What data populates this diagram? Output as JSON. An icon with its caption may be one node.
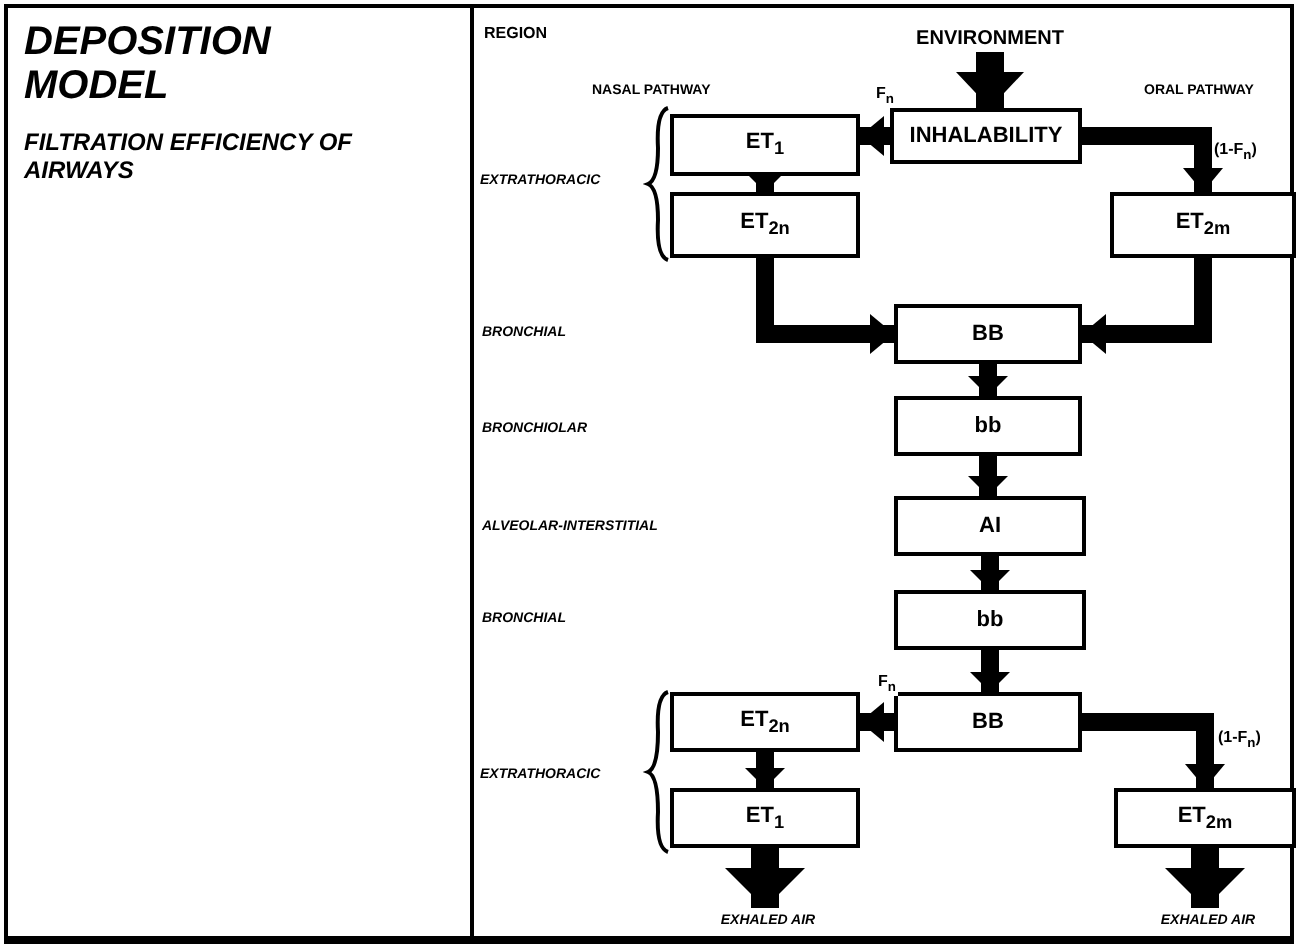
{
  "diagram": {
    "title": "DEPOSITION MODEL",
    "nodes": [
      {
        "text": [
          "ENVIRONMENT"
        ]
      },
      {
        "text": [
          "INHALABILITY"
        ]
      },
      {
        "text": [
          "ET$_{1}$"
        ]
      },
      {
        "text": [
          "ET$_{2n}$"
        ]
      },
      {
        "text": [
          "ET$_{2m}$"
        ]
      },
      {
        "text": [
          "BB"
        ]
      },
      {
        "text": [
          "bb"
        ]
      },
      {
        "text": [
          "AI"
        ]
      },
      {
        "text": [
          "bb"
        ]
      },
      {
        "text": [
          "BB"
        ]
      },
      {
        "text": [
          "ET$_{2n}$"
        ]
      },
      {
        "text": [
          "ET$_{1}$"
        ]
      },
      {
        "text": [
          "ET$_{2m}$"
        ]
      },
      {
        "text": [
          "EXHALED AIR"
        ]
      },
      {
        "text": [
          "EXHALED AIR"
        ]
      }
    ],
    "edges": [
      {
        "from": 0,
        "to": 1,
        "arrow": "to"
      },
      {
        "from": 1,
        "to": 2,
        "arrow": "to",
        "label": "F$_{n}$"
      },
      {
        "from": 1,
        "to": 4,
        "arrow": "to",
        "label": "(1-F$_{n}$)"
      },
      {
        "from": 2,
        "to": 3,
        "arrow": "to"
      },
      {
        "from": 3,
        "to": 5,
        "arrow": "to"
      },
      {
        "from": 4,
        "to": 5,
        "arrow": "to"
      },
      {
        "from": 5,
        "to": 6,
        "arrow": "to"
      },
      {
        "from": 6,
        "to": 7,
        "arrow": "to"
      },
      {
        "from": 7,
        "to": 8,
        "arrow": "to"
      },
      {
        "from": 8,
        "to": 9,
        "arrow": "to"
      },
      {
        "from": 9,
        "to": 10,
        "arrow": "to",
        "label": "F$_{n}$"
      },
      {
        "from": 9,
        "to": 12,
        "arrow": "to",
        "label": "(1-F$_{n}$)"
      },
      {
        "from": 10,
        "to": 11,
        "arrow": "to"
      },
      {
        "from": 11,
        "to": 13,
        "arrow": "to"
      },
      {
        "from": 12,
        "to": 14,
        "arrow": "to"
      }
    ],
    "labels": [
      "FILTRATION EFFICIENCY OF AIRWAYS",
      "REGION",
      "NASAL PATHWAY",
      "ORAL PATHWAY",
      "EXTRATHORACIC",
      "BRONCHIAL",
      "BRONCHIOLAR",
      "ALVEOLAR-INTERSTITIAL",
      "BRONCHIAL",
      "EXTRATHORACIC"
    ]
  }
}
